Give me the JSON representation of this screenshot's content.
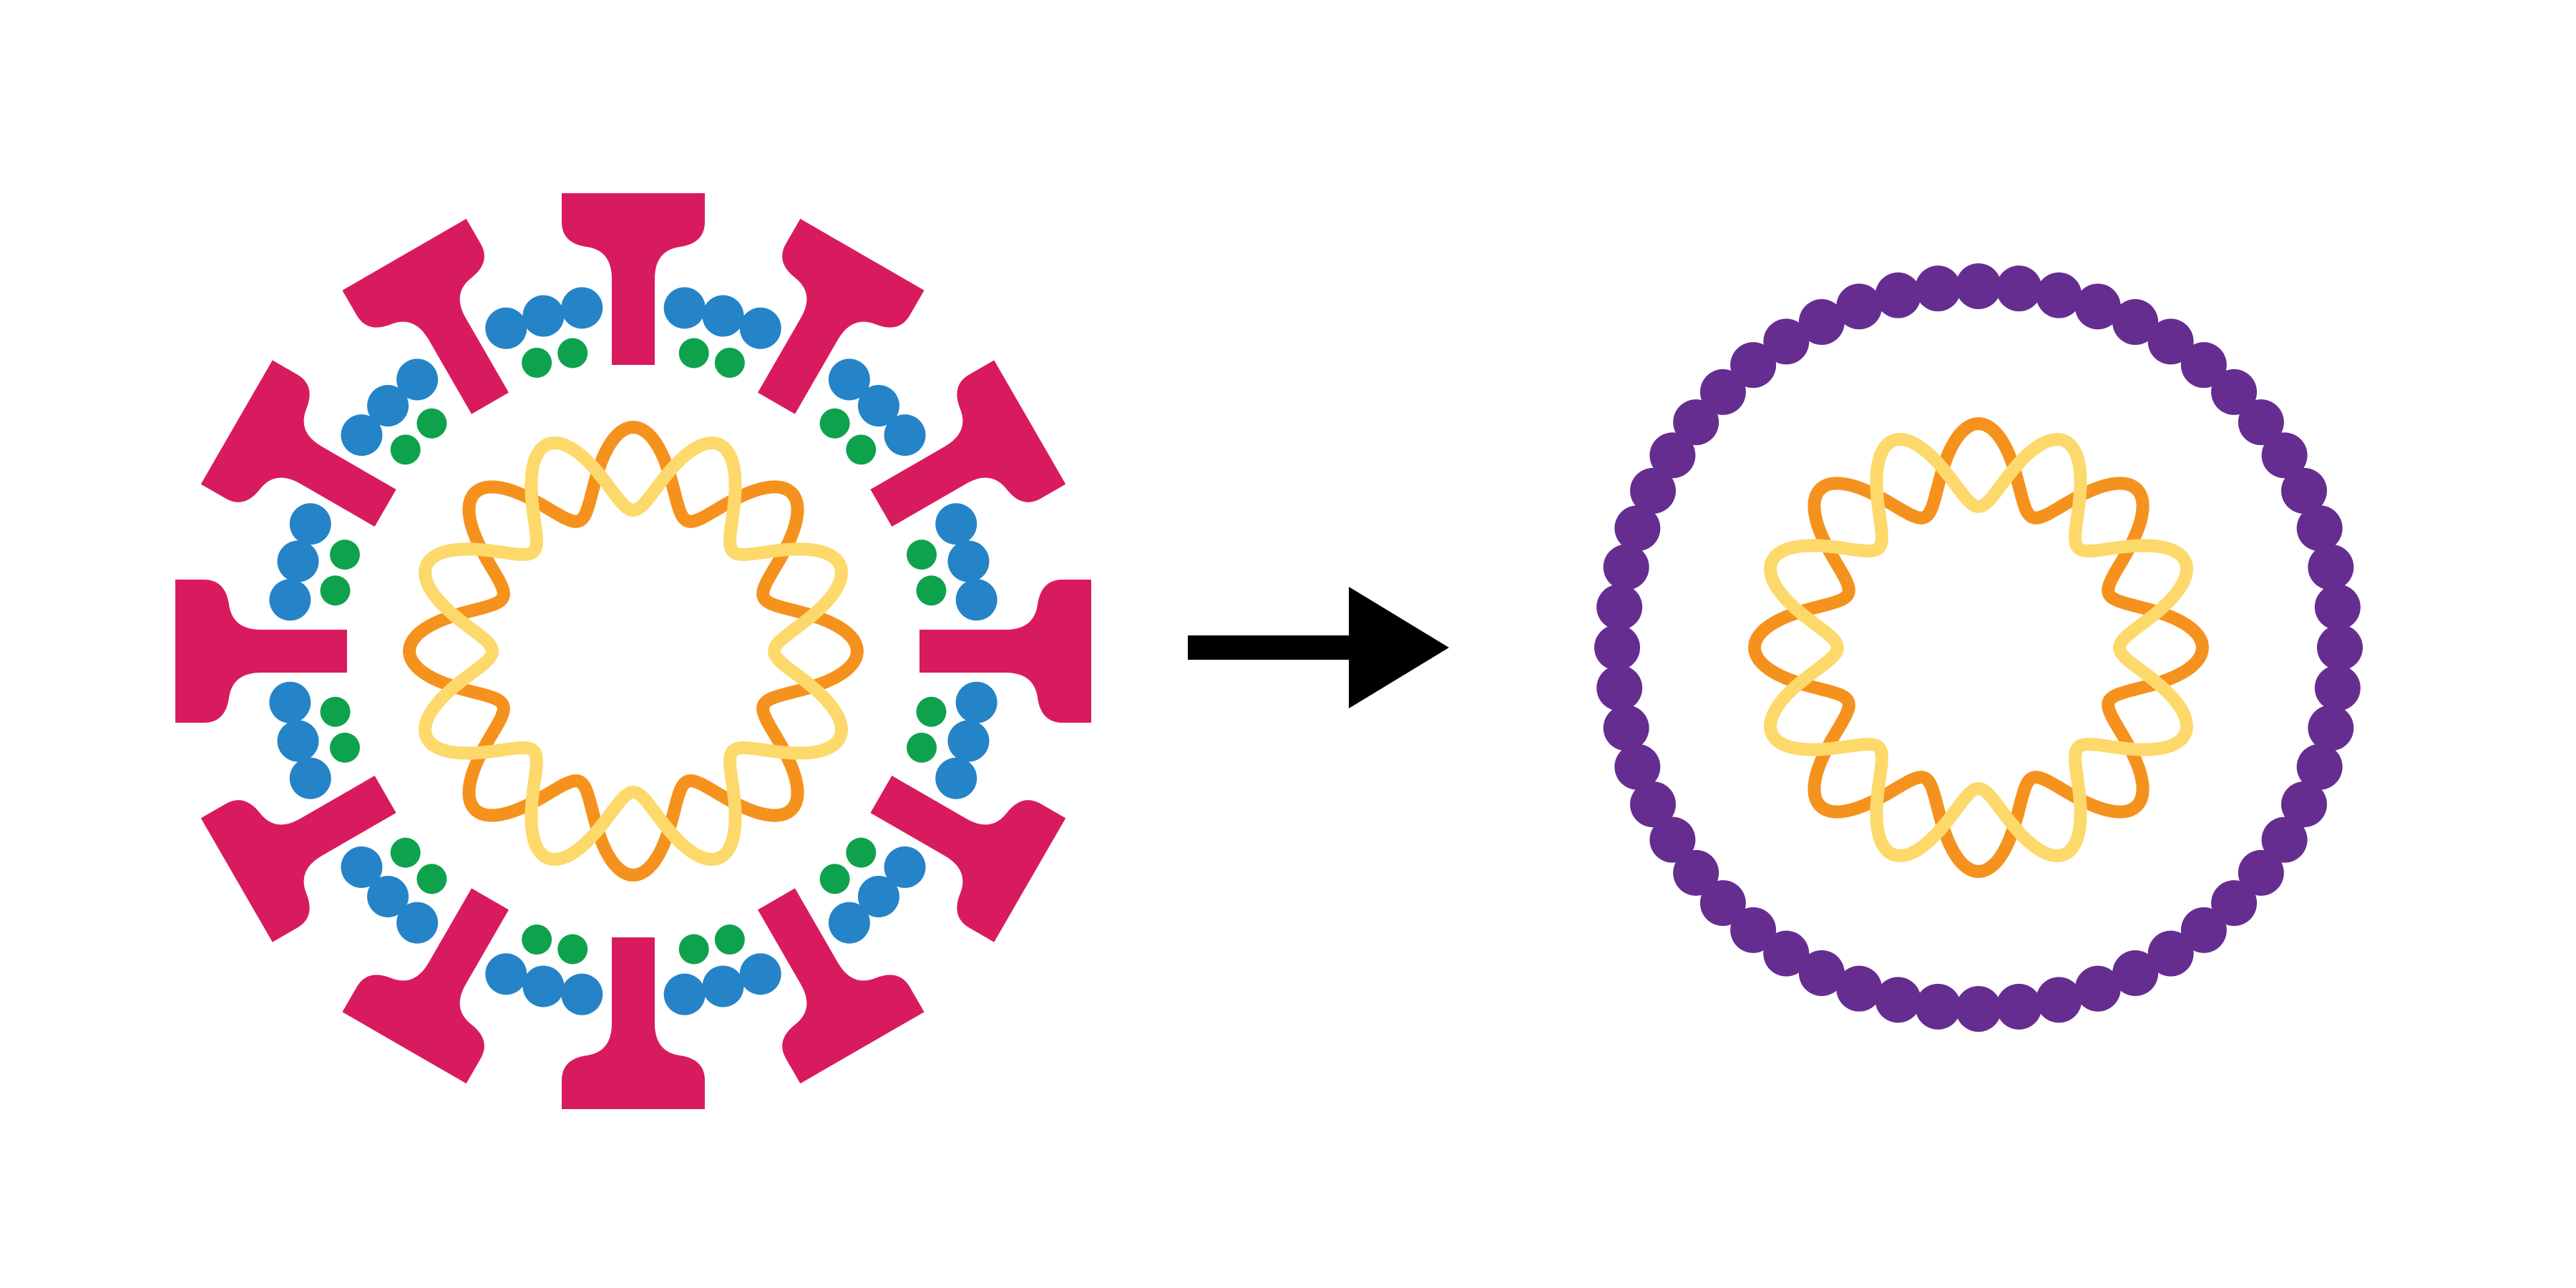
{
  "diagram": {
    "left_panel": {
      "spike_count": 12,
      "blue_dot_count": 36,
      "green_dot_count": 24,
      "core_ring_lobes": 8
    },
    "right_panel": {
      "purple_dot_count": 56,
      "core_ring_lobes": 8
    },
    "colors": {
      "spike": "#d81b5e",
      "blue_dot": "#2583c8",
      "green_dot": "#0ea24d",
      "purple_dot": "#662d91",
      "core_orange": "#f5921e",
      "core_yellow": "#fdd96b",
      "arrow": "#000000"
    }
  }
}
